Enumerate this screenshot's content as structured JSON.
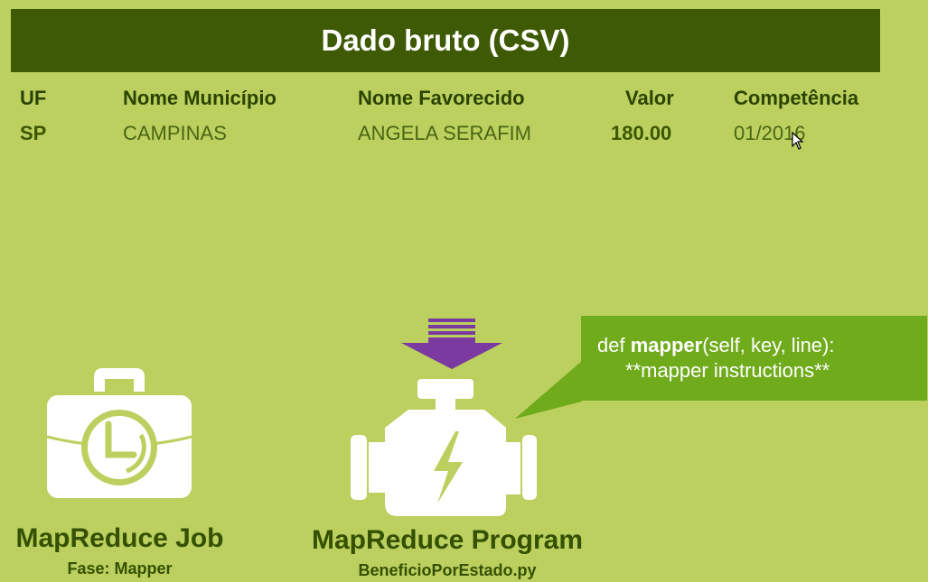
{
  "title": "Dado bruto (CSV)",
  "table": {
    "headers": [
      "UF",
      "Nome Município",
      "Nome Favorecido",
      "Valor",
      "Competência"
    ],
    "row": [
      "SP",
      "CAMPINAS",
      "ANGELA SERAFIM",
      "180.00",
      "01/2016"
    ]
  },
  "bubble": {
    "prefix": "def ",
    "keyword": "mapper",
    "suffix": "(self, key, line):",
    "line2": "**mapper instructions**"
  },
  "job": {
    "title": "MapReduce Job",
    "subtitle": "Fase: Mapper"
  },
  "program": {
    "title": "MapReduce Program",
    "subtitle": "BeneficioPorEstado.py"
  },
  "icons": [
    "arrow-down-icon",
    "briefcase-clock-icon",
    "engine-icon",
    "cursor-icon"
  ],
  "colors": {
    "background": "#bcd05f",
    "title_bar": "#3f5a04",
    "bubble": "#70ab1c",
    "arrow": "#7a3aa0"
  }
}
